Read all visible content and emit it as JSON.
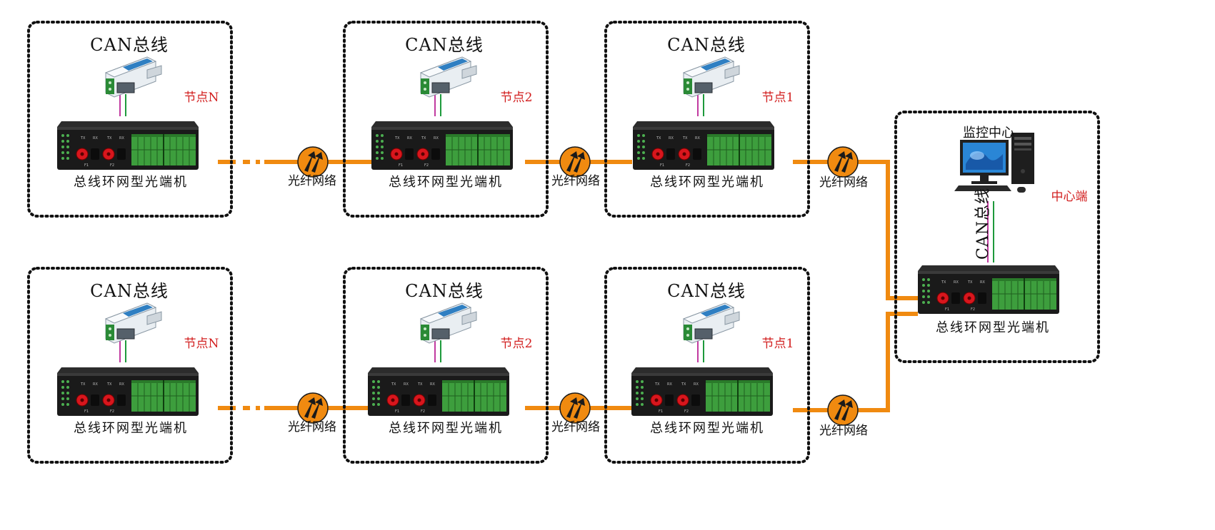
{
  "colors": {
    "fiber": "#f08a10",
    "node_label": "#d21e1e",
    "border": "#111111",
    "device_body": "#1a1a1a",
    "terminal": "#3d9e3d",
    "port": "#d8161d",
    "wire_pink": "#c13aa0",
    "wire_green": "#1e9a3c"
  },
  "icons": [
    "can-converter-icon",
    "fiber-transceiver-icon",
    "fiber-network-icon",
    "monitor-computer-icon"
  ],
  "top_row": {
    "node_n": {
      "can_title": "CAN总线",
      "node_label": "节点N",
      "device_label": "总线环网型光端机"
    },
    "node_2": {
      "can_title": "CAN总线",
      "node_label": "节点2",
      "device_label": "总线环网型光端机"
    },
    "node_1": {
      "can_title": "CAN总线",
      "node_label": "节点1",
      "device_label": "总线环网型光端机"
    },
    "fiber_labels": [
      "光纤网络",
      "光纤网络",
      "光纤网络"
    ]
  },
  "bottom_row": {
    "node_n": {
      "can_title": "CAN总线",
      "node_label": "节点N",
      "device_label": "总线环网型光端机"
    },
    "node_2": {
      "can_title": "CAN总线",
      "node_label": "节点2",
      "device_label": "总线环网型光端机"
    },
    "node_1": {
      "can_title": "CAN总线",
      "node_label": "节点1",
      "device_label": "总线环网型光端机"
    },
    "fiber_labels": [
      "光纤网络",
      "光纤网络",
      "光纤网络"
    ]
  },
  "center": {
    "monitor_label": "监控中心",
    "can_label": "CAN总线",
    "center_label": "中心端",
    "device_label": "总线环网型光端机"
  }
}
